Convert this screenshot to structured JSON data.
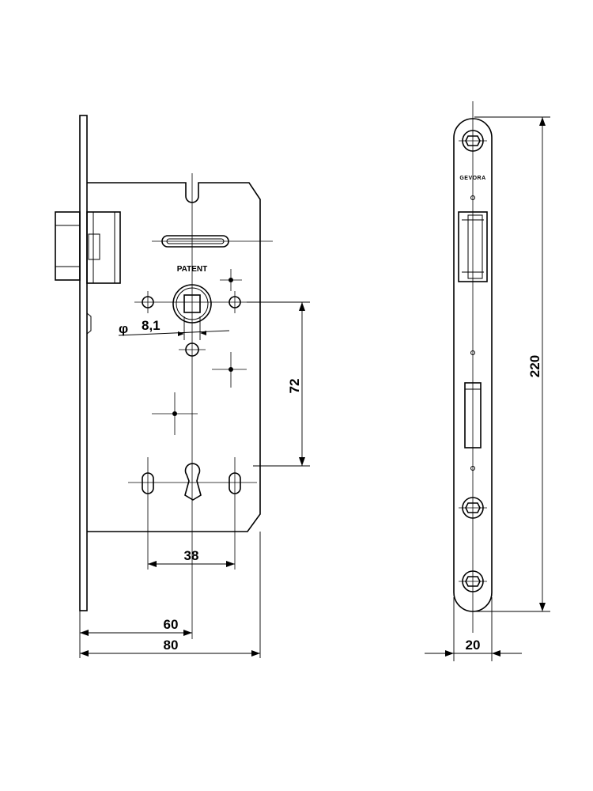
{
  "diagram": {
    "body_label": "PATENT",
    "faceplate_brand": "GEVORA",
    "diameter_symbol": "φ",
    "dimensions": {
      "spindle_diameter": "8,1",
      "center_distance": "72",
      "fixing_holes_spacing": "38",
      "backset": "60",
      "case_depth": "80",
      "faceplate_height": "220",
      "faceplate_width": "20"
    }
  }
}
